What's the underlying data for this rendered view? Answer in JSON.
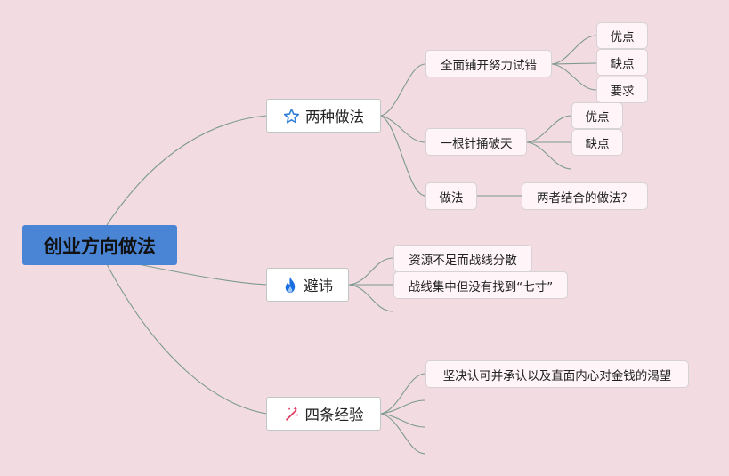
{
  "root": {
    "label": "创业方向做法"
  },
  "branches": [
    {
      "label": "两种做法",
      "icon": "star-outline-icon",
      "children": [
        {
          "label": "全面铺开努力试错",
          "children": [
            "优点",
            "缺点",
            "要求"
          ]
        },
        {
          "label": "一根针捅破天",
          "children": [
            "优点",
            "缺点"
          ]
        },
        {
          "label": "做法",
          "children": [
            "两者结合的做法？"
          ]
        }
      ]
    },
    {
      "label": "避讳",
      "icon": "flame-icon",
      "children": [
        {
          "label": "资源不足而战线分散"
        },
        {
          "label": "战线集中但没有找到“七寸”"
        }
      ]
    },
    {
      "label": "四条经验",
      "icon": "magic-wand-icon",
      "children": [
        {
          "label": "坚决认可并承认以及直面内心对金钱的渴望"
        }
      ]
    }
  ],
  "colors": {
    "background": "#f3dbe2",
    "root_fill": "#4a84d4",
    "connector": "#7d9a90",
    "star_icon": "#2f7fd8",
    "flame_icon": "#1a6fe0",
    "wand_icon": "#e03a62"
  }
}
